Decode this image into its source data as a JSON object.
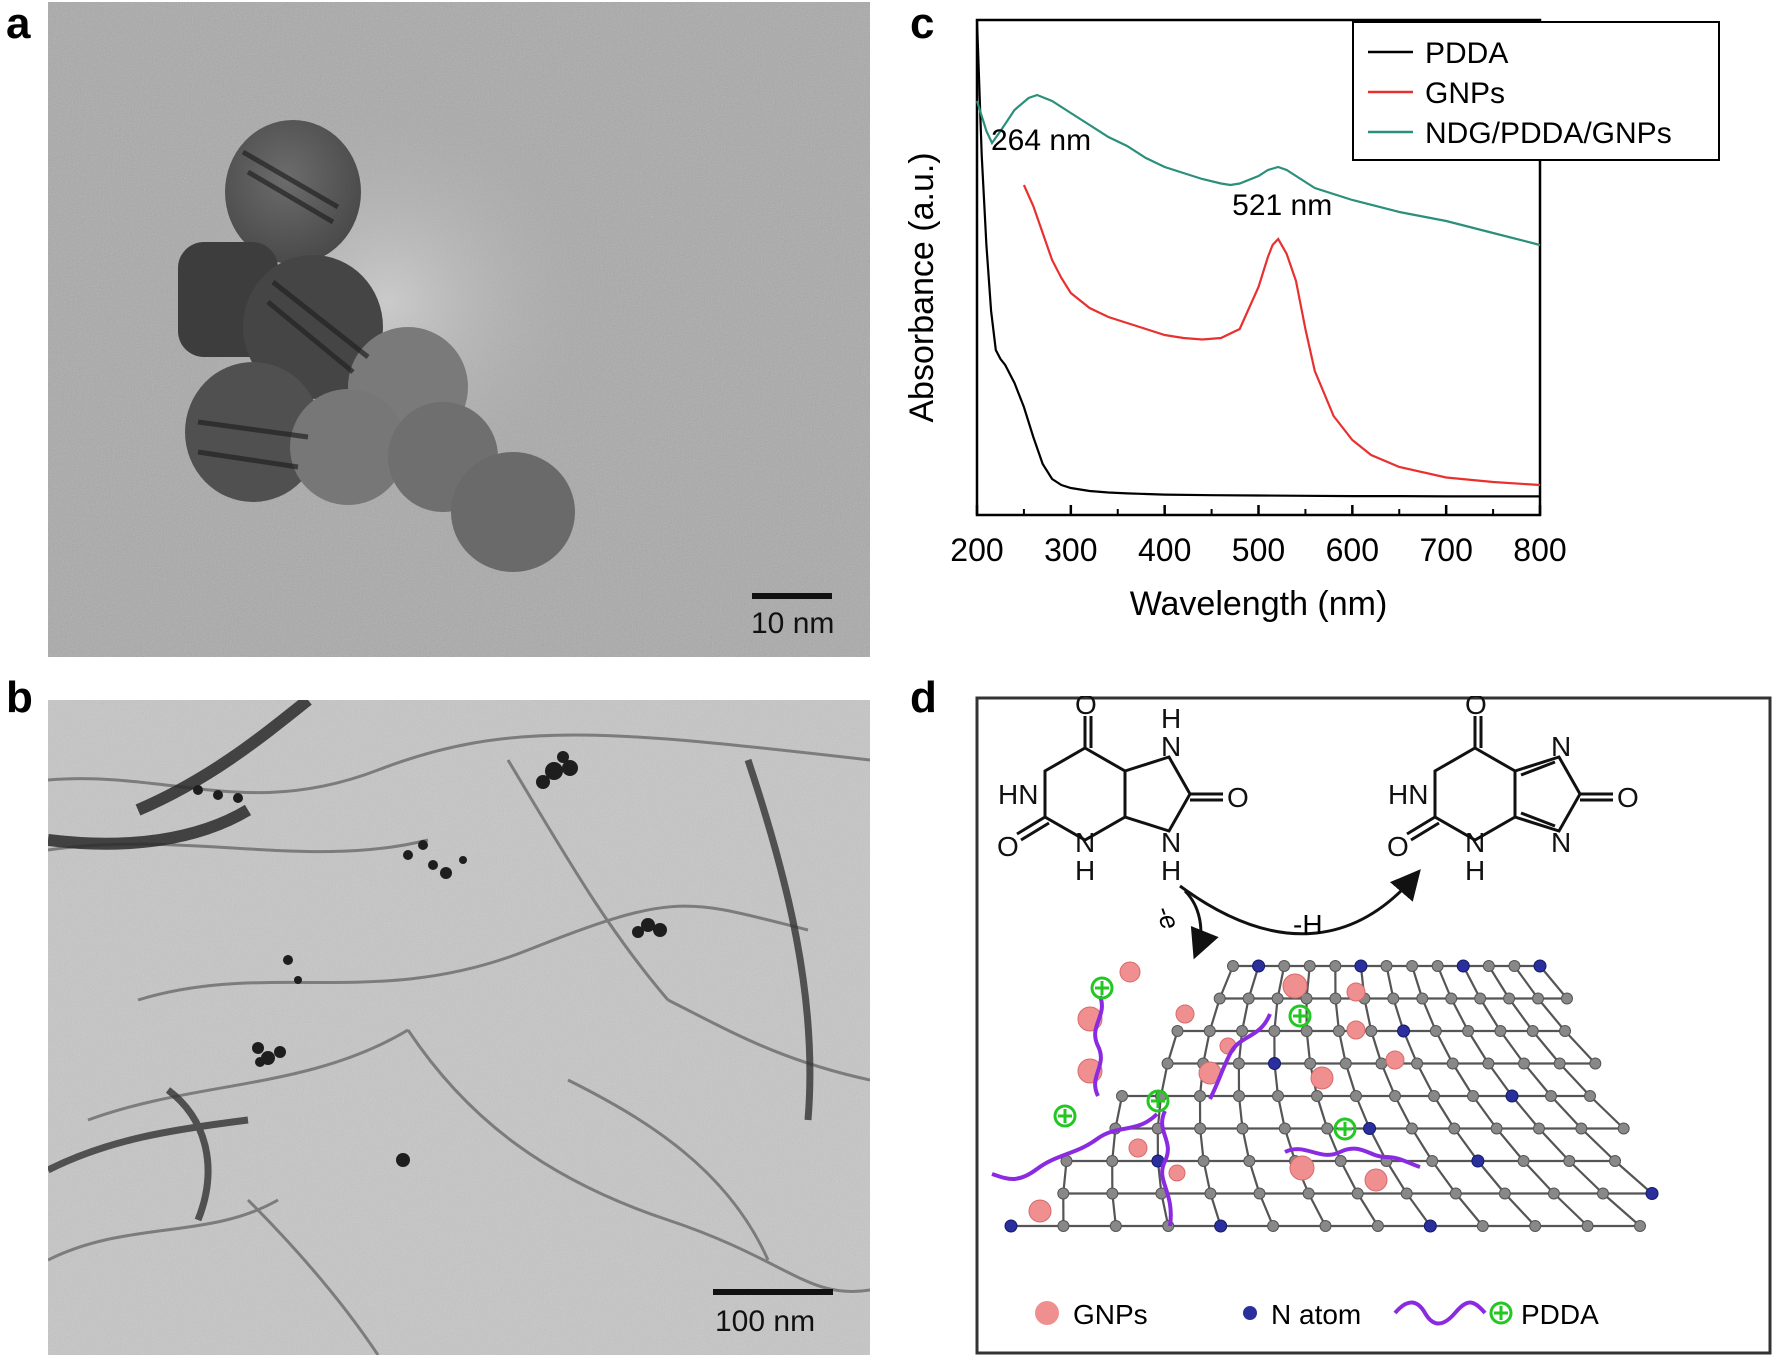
{
  "panels": {
    "a": {
      "letter": "a",
      "scale_label": "10 nm"
    },
    "b": {
      "letter": "b",
      "scale_label": "100 nm"
    },
    "c": {
      "letter": "c"
    },
    "d": {
      "letter": "d"
    }
  },
  "chart_data": {
    "type": "line",
    "xlabel": "Wavelength (nm)",
    "ylabel": "Absorbance (a.u.)",
    "xlim": [
      200,
      800
    ],
    "x_ticks": [
      200,
      300,
      400,
      500,
      600,
      700,
      800
    ],
    "y_ticks_shown": false,
    "grid": false,
    "legend_position": "top-right",
    "annotations": [
      {
        "text": "264 nm",
        "x": 264
      },
      {
        "text": "521 nm",
        "x": 521
      }
    ],
    "series": [
      {
        "name": "PDDA",
        "color": "#000000",
        "x": [
          200,
          205,
          210,
          215,
          220,
          225,
          230,
          240,
          250,
          260,
          270,
          280,
          290,
          300,
          320,
          340,
          360,
          380,
          400,
          450,
          500,
          550,
          600,
          650,
          700,
          750,
          800
        ],
        "y": [
          1.65,
          1.2,
          0.9,
          0.68,
          0.55,
          0.52,
          0.5,
          0.44,
          0.36,
          0.26,
          0.17,
          0.12,
          0.1,
          0.09,
          0.08,
          0.075,
          0.072,
          0.07,
          0.068,
          0.066,
          0.065,
          0.064,
          0.063,
          0.063,
          0.062,
          0.062,
          0.062
        ]
      },
      {
        "name": "GNPs",
        "color": "#e8312f",
        "x": [
          250,
          260,
          270,
          280,
          290,
          300,
          320,
          340,
          360,
          380,
          400,
          420,
          440,
          460,
          480,
          500,
          510,
          515,
          521,
          530,
          540,
          550,
          560,
          580,
          600,
          620,
          650,
          700,
          750,
          800
        ],
        "y": [
          1.1,
          1.03,
          0.94,
          0.85,
          0.79,
          0.74,
          0.69,
          0.66,
          0.64,
          0.62,
          0.6,
          0.59,
          0.585,
          0.59,
          0.62,
          0.76,
          0.86,
          0.9,
          0.92,
          0.87,
          0.78,
          0.62,
          0.48,
          0.33,
          0.25,
          0.2,
          0.16,
          0.125,
          0.11,
          0.1
        ]
      },
      {
        "name": "NDG/PDDA/GNPs",
        "color": "#2a8f7b",
        "x": [
          200,
          210,
          216,
          225,
          240,
          255,
          264,
          280,
          300,
          320,
          340,
          360,
          380,
          400,
          420,
          440,
          460,
          470,
          480,
          500,
          510,
          521,
          530,
          545,
          560,
          600,
          650,
          700,
          750,
          800
        ],
        "y": [
          1.38,
          1.28,
          1.24,
          1.28,
          1.35,
          1.39,
          1.4,
          1.38,
          1.34,
          1.3,
          1.26,
          1.23,
          1.19,
          1.16,
          1.14,
          1.12,
          1.105,
          1.1,
          1.105,
          1.13,
          1.15,
          1.16,
          1.15,
          1.12,
          1.09,
          1.05,
          1.01,
          0.98,
          0.94,
          0.9
        ]
      }
    ]
  },
  "scheme": {
    "reactant": {
      "atoms": {
        "o_top": "O",
        "hn_left": "HN",
        "o_left": "O",
        "n1": "N",
        "h1": "H",
        "n_top_right": "N",
        "h_top_right": "H",
        "o_right": "O",
        "n_bottom_right": "N",
        "h_bottom_right": "H"
      }
    },
    "product": {
      "atoms": {
        "o_top": "O",
        "hn_left": "HN",
        "o_left": "O",
        "n1": "N",
        "h1": "H",
        "n_top_right": "N",
        "o_right": "O",
        "n_bottom_right": "N"
      }
    },
    "electron_label": "-e",
    "arrow_label": "-H",
    "legend": [
      {
        "label": "GNPs",
        "color": "#f08f8f"
      },
      {
        "label": "N atom",
        "color": "#2b2f9e"
      },
      {
        "label": "PDDA",
        "color": "#8a2be2"
      }
    ],
    "plus_color": "#22c722"
  }
}
